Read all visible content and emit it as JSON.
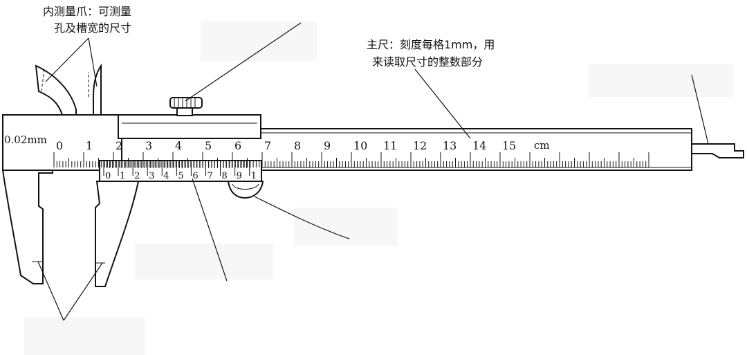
{
  "annotations": {
    "inner_jaws_line1": "内测量爪：可测量",
    "inner_jaws_line2": "孔及槽宽的尺寸",
    "main_scale_line1": "主尺：刻度每格1mm，用",
    "main_scale_line2": "来读取尺寸的整数部分"
  },
  "main_scale": {
    "precision_label": "0.02mm",
    "numbers": [
      "0",
      "1",
      "2",
      "3",
      "4",
      "5",
      "6",
      "7",
      "8",
      "9",
      "10",
      "11",
      "12",
      "13",
      "14",
      "15"
    ],
    "unit": "cm"
  },
  "vernier_scale": {
    "numbers": [
      "0",
      "1",
      "2",
      "3",
      "4",
      "5",
      "6",
      "7",
      "8",
      "9",
      "1"
    ]
  },
  "colors": {
    "ink": "#111111",
    "background": "#ffffff",
    "masked_label_area": "#f7f7f7"
  }
}
